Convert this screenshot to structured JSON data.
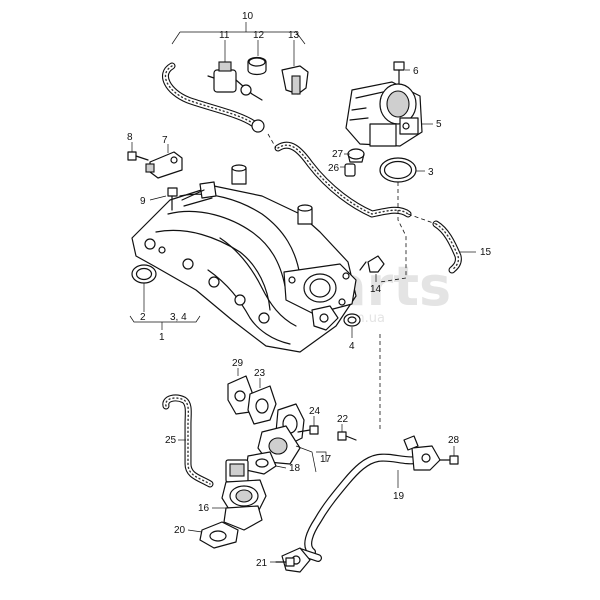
{
  "callouts": {
    "c1": "1",
    "c2": "2",
    "c34": "3, 4",
    "c3": "3",
    "c4": "4",
    "c5": "5",
    "c6": "6",
    "c7": "7",
    "c8": "8",
    "c9": "9",
    "c10": "10",
    "c11": "11",
    "c12": "12",
    "c13": "13",
    "c14": "14",
    "c15": "15",
    "c16": "16",
    "c17": "17",
    "c18": "18",
    "c19": "19",
    "c20": "20",
    "c21": "21",
    "c22": "22",
    "c23": "23",
    "c24": "24",
    "c25": "25",
    "c26": "26",
    "c27": "27",
    "c28": "28",
    "c29": "29"
  },
  "watermark": {
    "main": "Parts",
    "sub": "m.ua"
  }
}
